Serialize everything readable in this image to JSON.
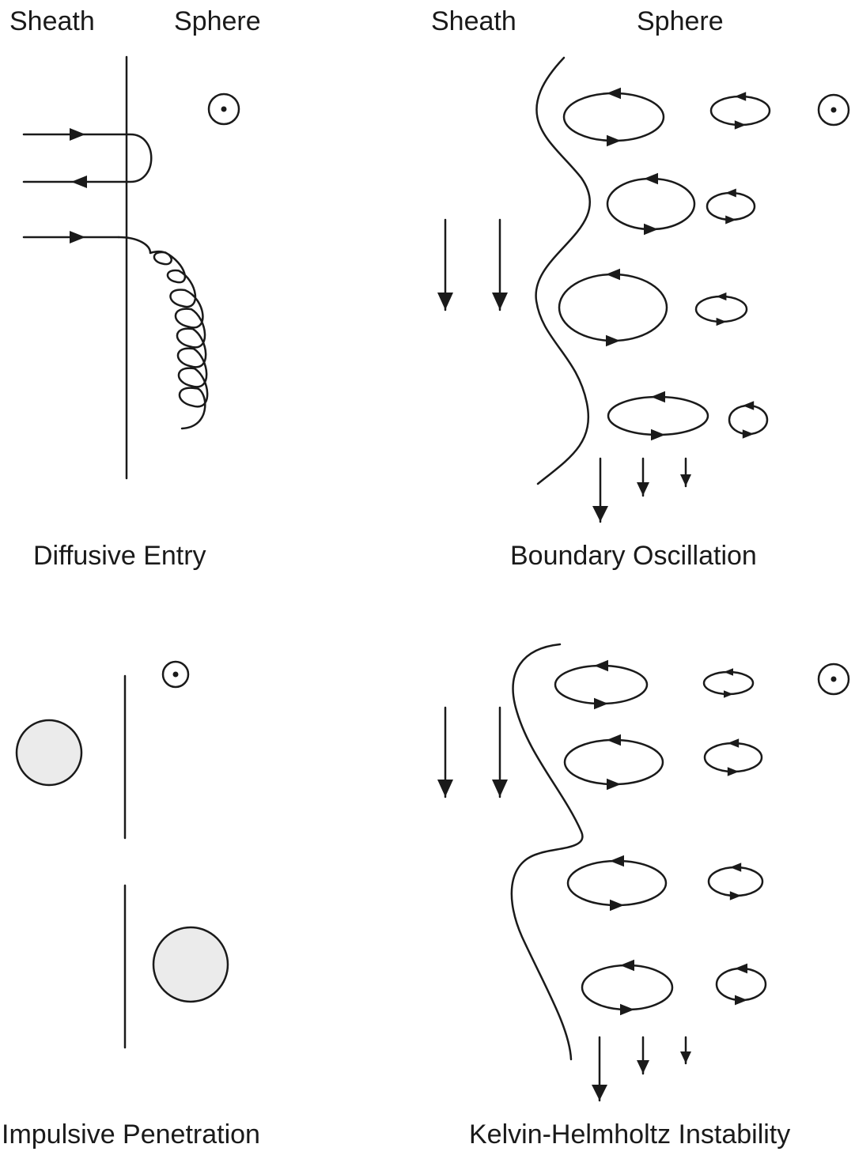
{
  "header": {
    "left_sheath": "Sheath",
    "left_sphere": "Sphere",
    "right_sheath": "Sheath",
    "right_sphere": "Sphere"
  },
  "panels": [
    {
      "id": "diffusive",
      "caption": "Diffusive Entry"
    },
    {
      "id": "oscillation",
      "caption": "Boundary Oscillation"
    },
    {
      "id": "impulsive",
      "caption": "Impulsive Penetration"
    },
    {
      "id": "kelvin",
      "caption": "Kelvin-Helmholtz Instability"
    }
  ],
  "colors": {
    "stroke": "#1a1a1a",
    "blob_fill": "#ebebeb",
    "background": "#ffffff"
  },
  "icons": [
    "field-out-of-page-icon",
    "plasma-blob-icon",
    "vortex-icon",
    "flow-arrow-icon"
  ]
}
